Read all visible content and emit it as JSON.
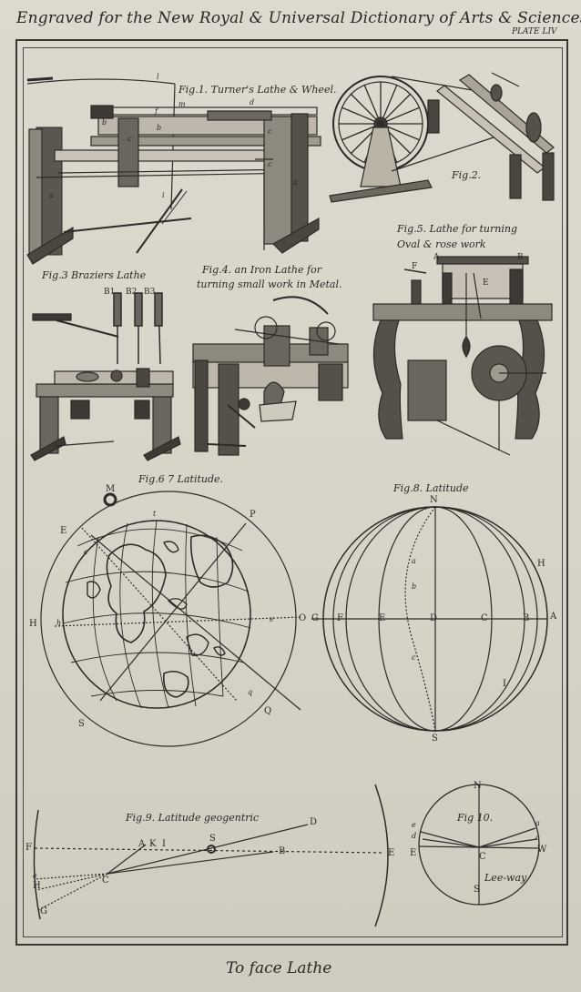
{
  "header": {
    "title": "Engraved for the New Royal & Universal Dictionary of Arts & Sciences",
    "plate": "PLATE LIV"
  },
  "figures": {
    "fig1": "Fig.1. Turner's Lathe & Wheel.",
    "fig2": "Fig.2.",
    "fig3": "Fig.3 Braziers Lathe",
    "fig4_line1": "Fig.4. an Iron Lathe for",
    "fig4_line2": "turning small work in Metal.",
    "fig5_line1": "Fig.5. Lathe for turning",
    "fig5_line2": "Oval & rose work",
    "fig67": "Fig.6 7 Latitude.",
    "fig8": "Fig.8. Latitude",
    "fig9": "Fig.9. Latitude geogentric",
    "fig10": "Fig 10."
  },
  "labels": {
    "fig1": [
      "l",
      "m",
      "d",
      "f",
      "b",
      "c",
      "b",
      "c",
      "c",
      "a",
      "i",
      "a"
    ],
    "fig3": [
      "B1",
      "B2",
      "B3"
    ],
    "fig5": [
      "F",
      "A",
      "B",
      "E"
    ],
    "fig6": [
      "M",
      "E",
      "P",
      "H",
      "h",
      "O",
      "S",
      "Q",
      "e",
      "t",
      "q",
      "e"
    ],
    "fig8": [
      "N",
      "H",
      "G",
      "F",
      "E",
      "D",
      "C",
      "B",
      "A",
      "a",
      "b",
      "c",
      "I",
      "S"
    ],
    "fig9": [
      "F",
      "A",
      "K",
      "I",
      "S",
      "D",
      "B",
      "E",
      "C",
      "H",
      "G",
      "e"
    ],
    "fig10": [
      "N",
      "E",
      "C",
      "W",
      "S",
      "e",
      "d",
      "a",
      "c",
      "Lee-way"
    ]
  },
  "footer": "To face Lathe"
}
